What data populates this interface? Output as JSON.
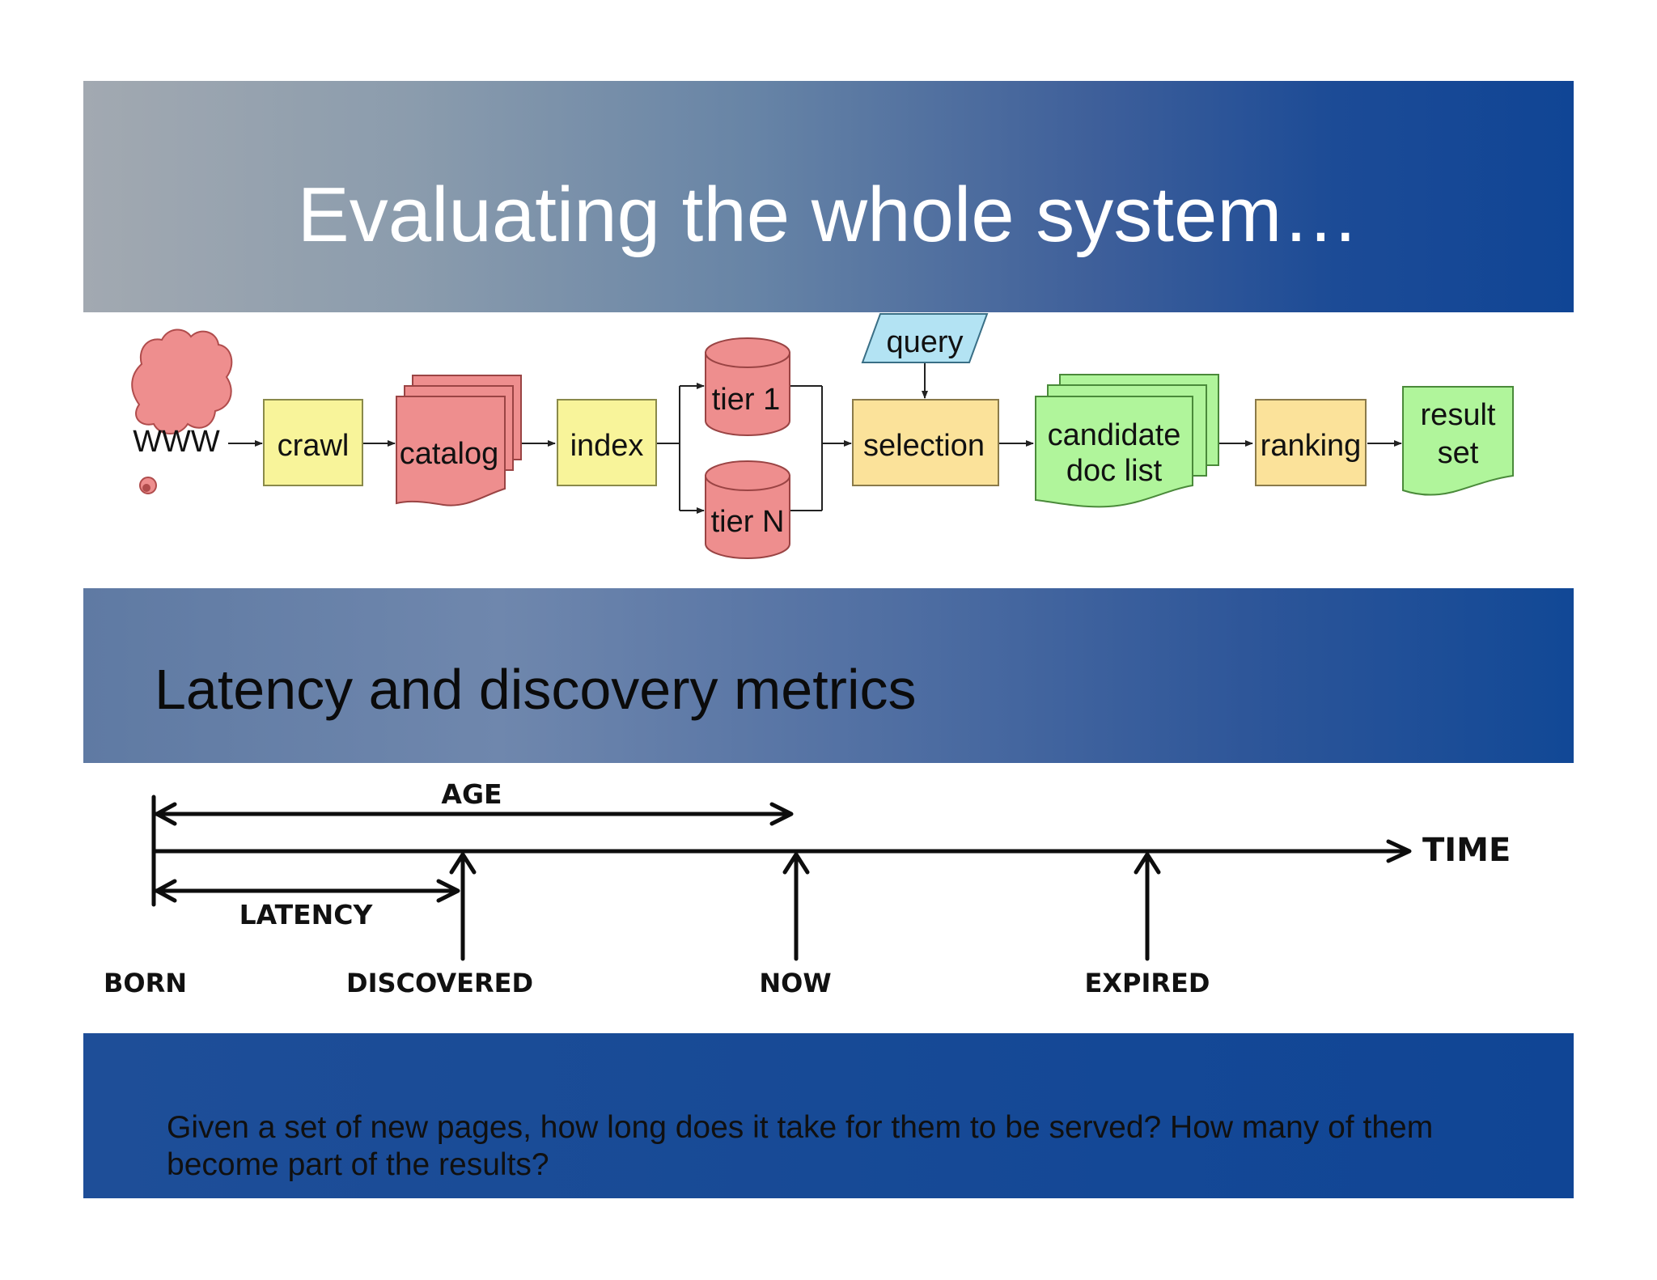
{
  "slide": {
    "title": "Evaluating the whole system…",
    "section_title": "Latency and discovery metrics",
    "question": "Given a set of new pages, how long does it take for them to be served? How many of them become part of the results?"
  },
  "pipeline": {
    "www": "WWW",
    "crawl": "crawl",
    "catalog": "catalog",
    "index": "index",
    "tier1": "tier 1",
    "tierN": "tier N",
    "query": "query",
    "selection": "selection",
    "candidate_line1": "candidate",
    "candidate_line2": "doc list",
    "ranking": "ranking",
    "result_line1": "result",
    "result_line2": "set"
  },
  "timeline": {
    "age": "AGE",
    "latency": "LATENCY",
    "time": "TIME",
    "born": "BORN",
    "discovered": "DISCOVERED",
    "now": "NOW",
    "expired": "EXPIRED"
  },
  "colors": {
    "yellow": "#f8f49a",
    "orange": "#fbe29a",
    "pink": "#ee8e8e",
    "green": "#b0f59b",
    "query": "#b3e3f3"
  }
}
